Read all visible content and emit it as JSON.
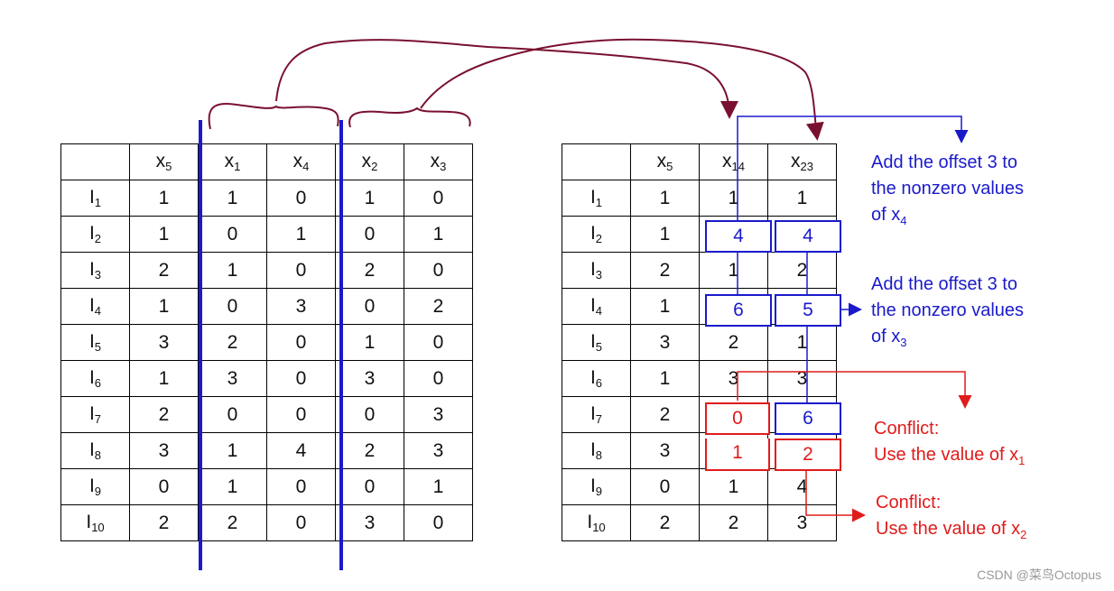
{
  "left_table": {
    "headers": [
      {
        "b": "",
        "s": ""
      },
      {
        "b": "x",
        "s": "5"
      },
      {
        "b": "x",
        "s": "1"
      },
      {
        "b": "x",
        "s": "4"
      },
      {
        "b": "x",
        "s": "2"
      },
      {
        "b": "x",
        "s": "3"
      }
    ],
    "rows": [
      {
        "b": "I",
        "s": "1",
        "v": [
          "1",
          "1",
          "0",
          "1",
          "0"
        ]
      },
      {
        "b": "I",
        "s": "2",
        "v": [
          "1",
          "0",
          "1",
          "0",
          "1"
        ]
      },
      {
        "b": "I",
        "s": "3",
        "v": [
          "2",
          "1",
          "0",
          "2",
          "0"
        ]
      },
      {
        "b": "I",
        "s": "4",
        "v": [
          "1",
          "0",
          "3",
          "0",
          "2"
        ]
      },
      {
        "b": "I",
        "s": "5",
        "v": [
          "3",
          "2",
          "0",
          "1",
          "0"
        ]
      },
      {
        "b": "I",
        "s": "6",
        "v": [
          "1",
          "3",
          "0",
          "3",
          "0"
        ]
      },
      {
        "b": "I",
        "s": "7",
        "v": [
          "2",
          "0",
          "0",
          "0",
          "3"
        ]
      },
      {
        "b": "I",
        "s": "8",
        "v": [
          "3",
          "1",
          "4",
          "2",
          "3"
        ]
      },
      {
        "b": "I",
        "s": "9",
        "v": [
          "0",
          "1",
          "0",
          "0",
          "1"
        ]
      },
      {
        "b": "I",
        "s": "10",
        "v": [
          "2",
          "2",
          "0",
          "3",
          "0"
        ]
      }
    ]
  },
  "right_table": {
    "headers": [
      {
        "b": "",
        "s": ""
      },
      {
        "b": "x",
        "s": "5"
      },
      {
        "b": "x",
        "s": "14"
      },
      {
        "b": "x",
        "s": "23"
      }
    ],
    "rows": [
      {
        "b": "I",
        "s": "1",
        "v": [
          "1",
          "1",
          "1"
        ]
      },
      {
        "b": "I",
        "s": "2",
        "v": [
          "1",
          "",
          ""
        ]
      },
      {
        "b": "I",
        "s": "3",
        "v": [
          "2",
          "1",
          "2"
        ]
      },
      {
        "b": "I",
        "s": "4",
        "v": [
          "1",
          "",
          ""
        ]
      },
      {
        "b": "I",
        "s": "5",
        "v": [
          "3",
          "2",
          "1"
        ]
      },
      {
        "b": "I",
        "s": "6",
        "v": [
          "1",
          "3",
          "3"
        ]
      },
      {
        "b": "I",
        "s": "7",
        "v": [
          "2",
          "",
          ""
        ]
      },
      {
        "b": "I",
        "s": "8",
        "v": [
          "3",
          "",
          ""
        ]
      },
      {
        "b": "I",
        "s": "9",
        "v": [
          "0",
          "1",
          "4"
        ]
      },
      {
        "b": "I",
        "s": "10",
        "v": [
          "2",
          "2",
          "3"
        ]
      }
    ]
  },
  "highlights": {
    "r2_x14": "4",
    "r2_x23": "4",
    "r4_x14": "6",
    "r4_x23": "5",
    "r7_x14": "0",
    "r7_x23": "6",
    "r8_x14": "1",
    "r8_x23": "2"
  },
  "notes": {
    "offset_x4": {
      "l1": "Add the offset 3 to",
      "l2": "the nonzero values",
      "l3": "of x",
      "sub": "4"
    },
    "offset_x3": {
      "l1": "Add the offset 3 to",
      "l2": "the nonzero values",
      "l3": "of x",
      "sub": "3"
    },
    "conflict_x1": {
      "l1": "Conflict:",
      "l2": "Use the value of x",
      "sub": "1"
    },
    "conflict_x2": {
      "l1": "Conflict:",
      "l2": "Use the value of x",
      "sub": "2"
    }
  },
  "colors": {
    "blue": "#1a1acc",
    "red": "#e01b1b",
    "maroon": "#7a1030"
  },
  "watermark": "CSDN @菜鸟Octopus"
}
